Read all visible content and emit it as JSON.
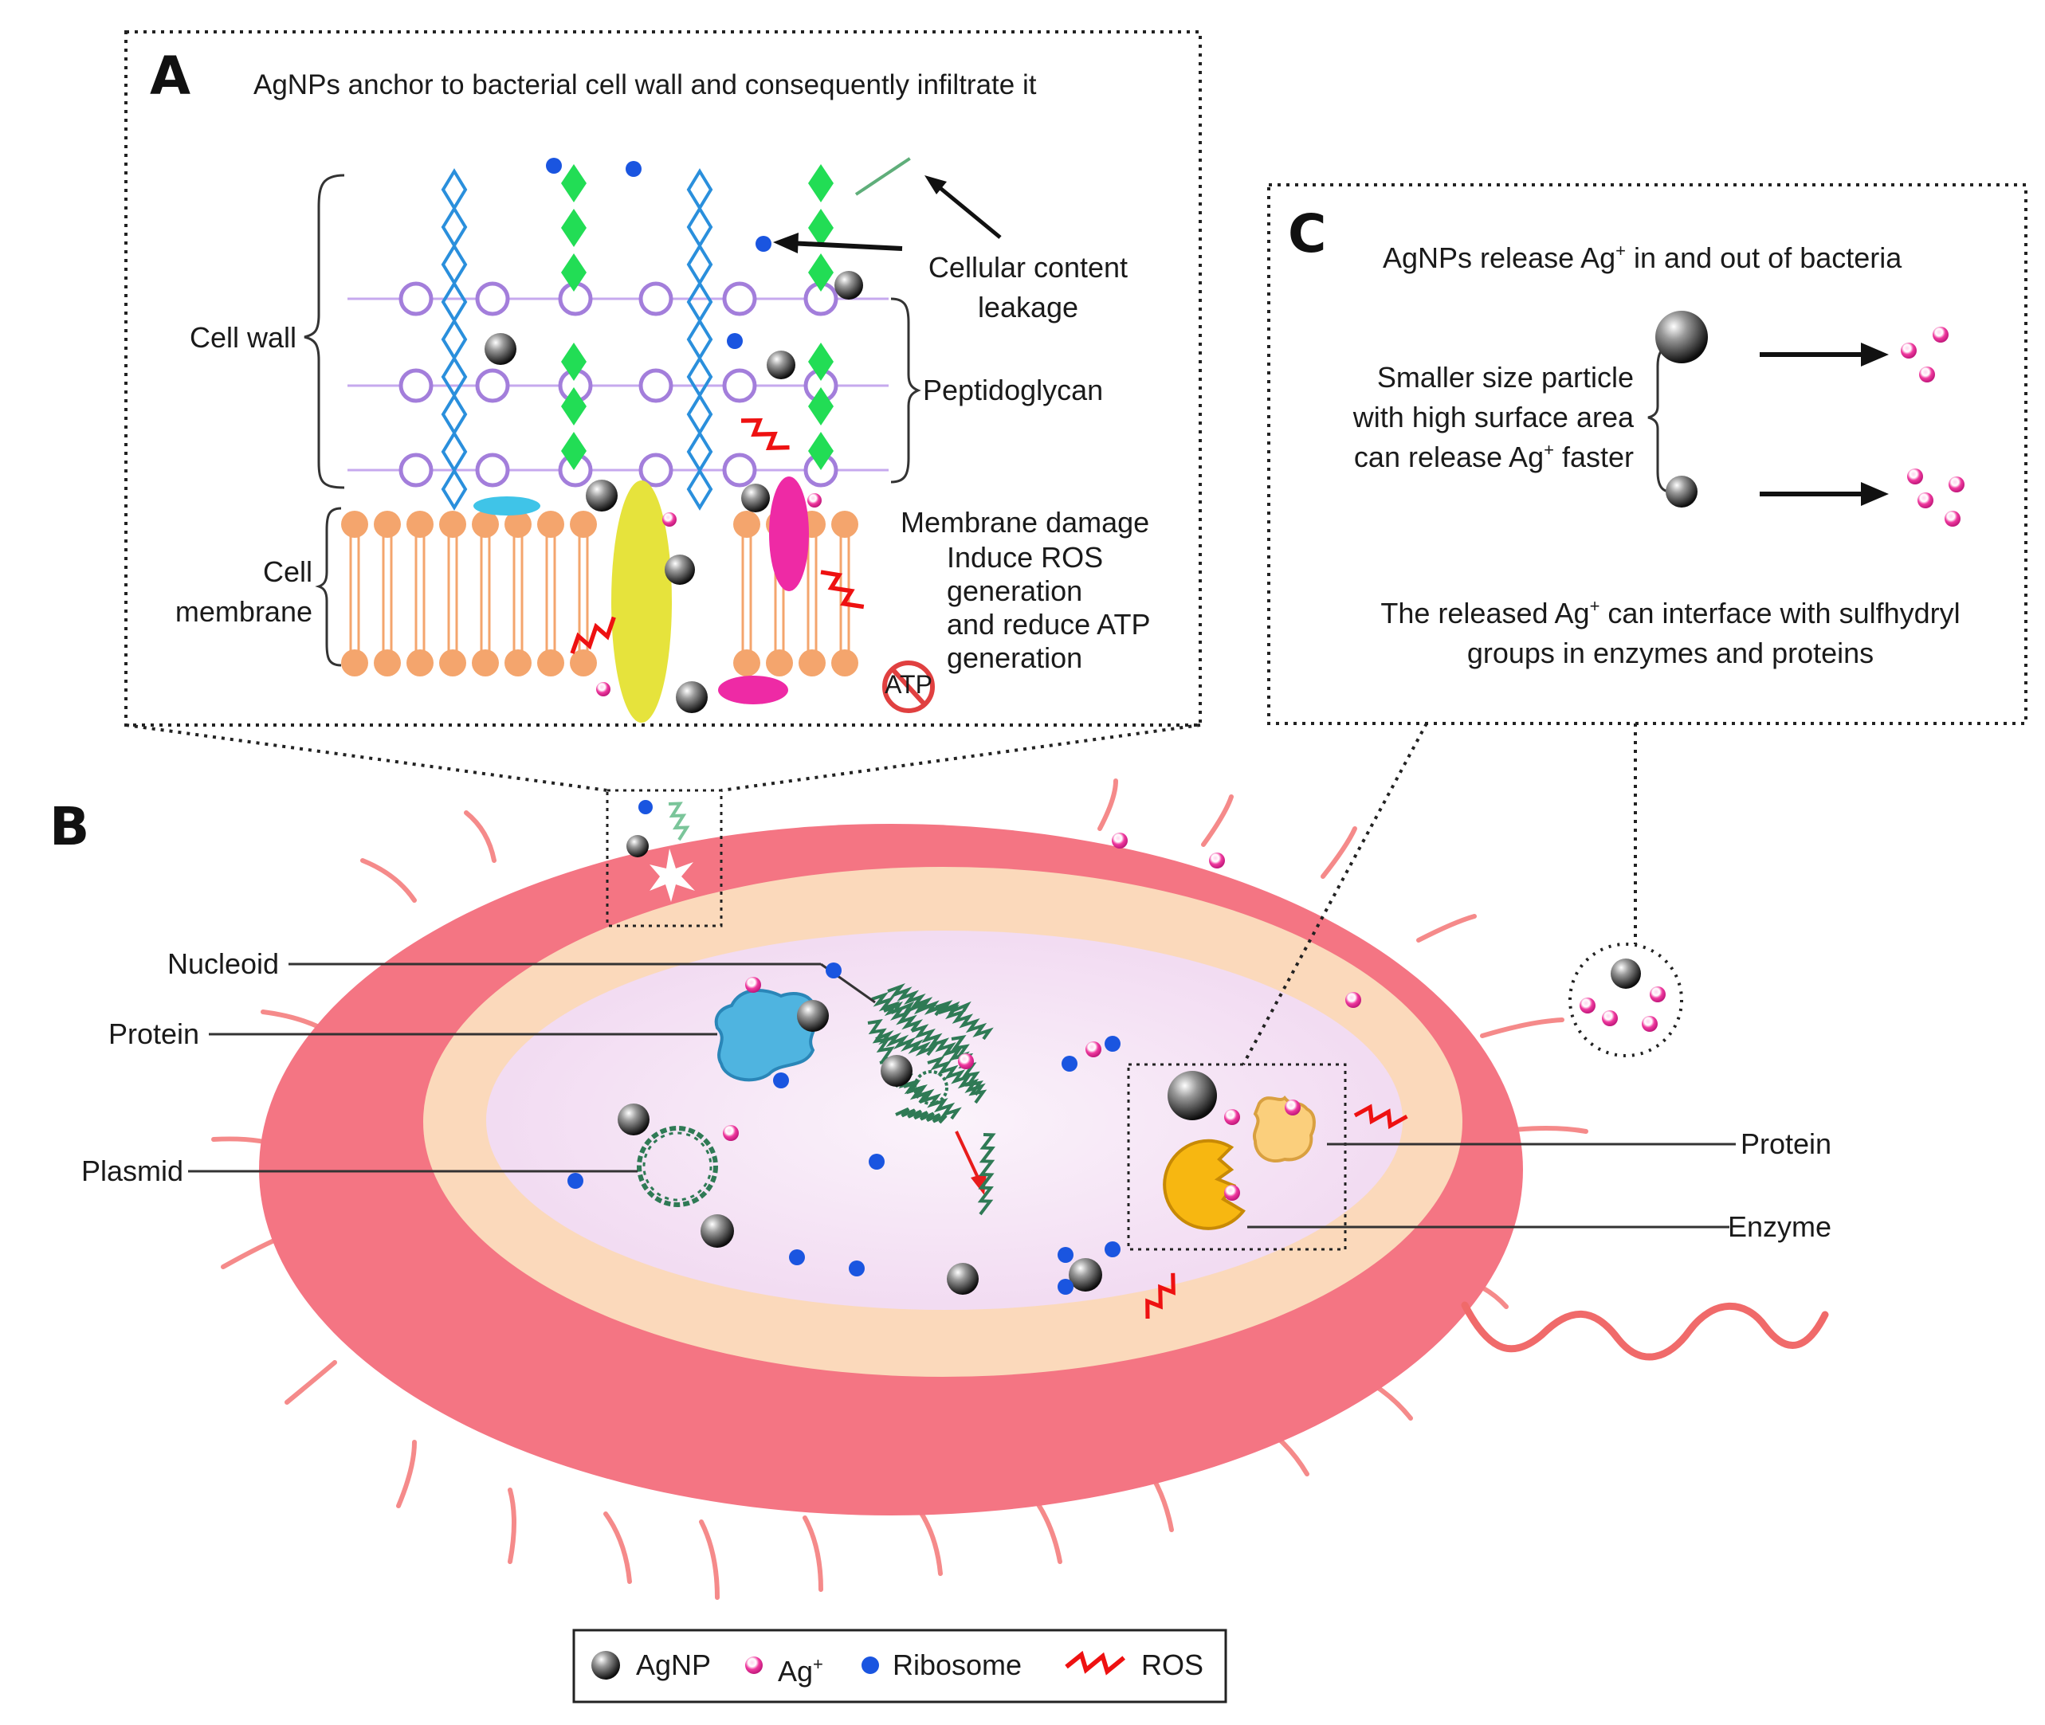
{
  "panel_a": {
    "letter": "A",
    "title": "AgNPs anchor to bacterial cell wall and consequently infiltrate it",
    "cell_wall_label": "Cell wall",
    "peptidoglycan_label": "Peptidoglycan",
    "cell_membrane_label_1": "Cell",
    "cell_membrane_label_2": "membrane",
    "leakage_label_1": "Cellular content",
    "leakage_label_2": "leakage",
    "damage_1": "Membrane damage",
    "damage_2": "Induce ROS",
    "damage_3": "generation",
    "damage_4": "and reduce ATP",
    "damage_5": "generation",
    "atp_label": "ATP"
  },
  "panel_b": {
    "letter": "B",
    "nucleoid_label": "Nucleoid",
    "protein_label": "Protein",
    "plasmid_label": "Plasmid",
    "protein_right_label": "Protein",
    "enzyme_label": "Enzyme"
  },
  "panel_c": {
    "letter": "C",
    "title_pre": "AgNPs release Ag",
    "title_sup": "+",
    "title_post": " in and out of bacteria",
    "size_1": "Smaller size particle",
    "size_2": "with high surface area",
    "size_3_pre": "can release Ag",
    "size_3_sup": "+",
    "size_3_post": " faster",
    "released_1_pre": "The released Ag",
    "released_1_sup": "+",
    "released_1_post": " can interface with sulfhydryl",
    "released_2": "groups in enzymes and proteins"
  },
  "legend": {
    "agnp": "AgNP",
    "ag_pre": "Ag",
    "ag_sup": "+",
    "ribosome": "Ribosome",
    "ros": "ROS"
  },
  "colors": {
    "outer_cell": "#f47583",
    "periplasm": "#fbd9bb",
    "cytoplasm": "#f7e6f7",
    "ribosome": "#1a55e0",
    "ag_ion": "#f0339b",
    "ros": "#ee1111",
    "lipid_head": "#f4a56d",
    "peptidoglycan": "#a37edb",
    "teichoic": "#2a8fdc",
    "green_chain": "#22dd55",
    "yellow_protein": "#e6e33c",
    "magenta_protein": "#ee2aa5",
    "cyan_protein": "#3fc4e8",
    "enzyme": "#f7b711",
    "protein_tan": "#fbcf7c",
    "blue_protein": "#4fb4e0",
    "dna": "#2f7a55"
  }
}
